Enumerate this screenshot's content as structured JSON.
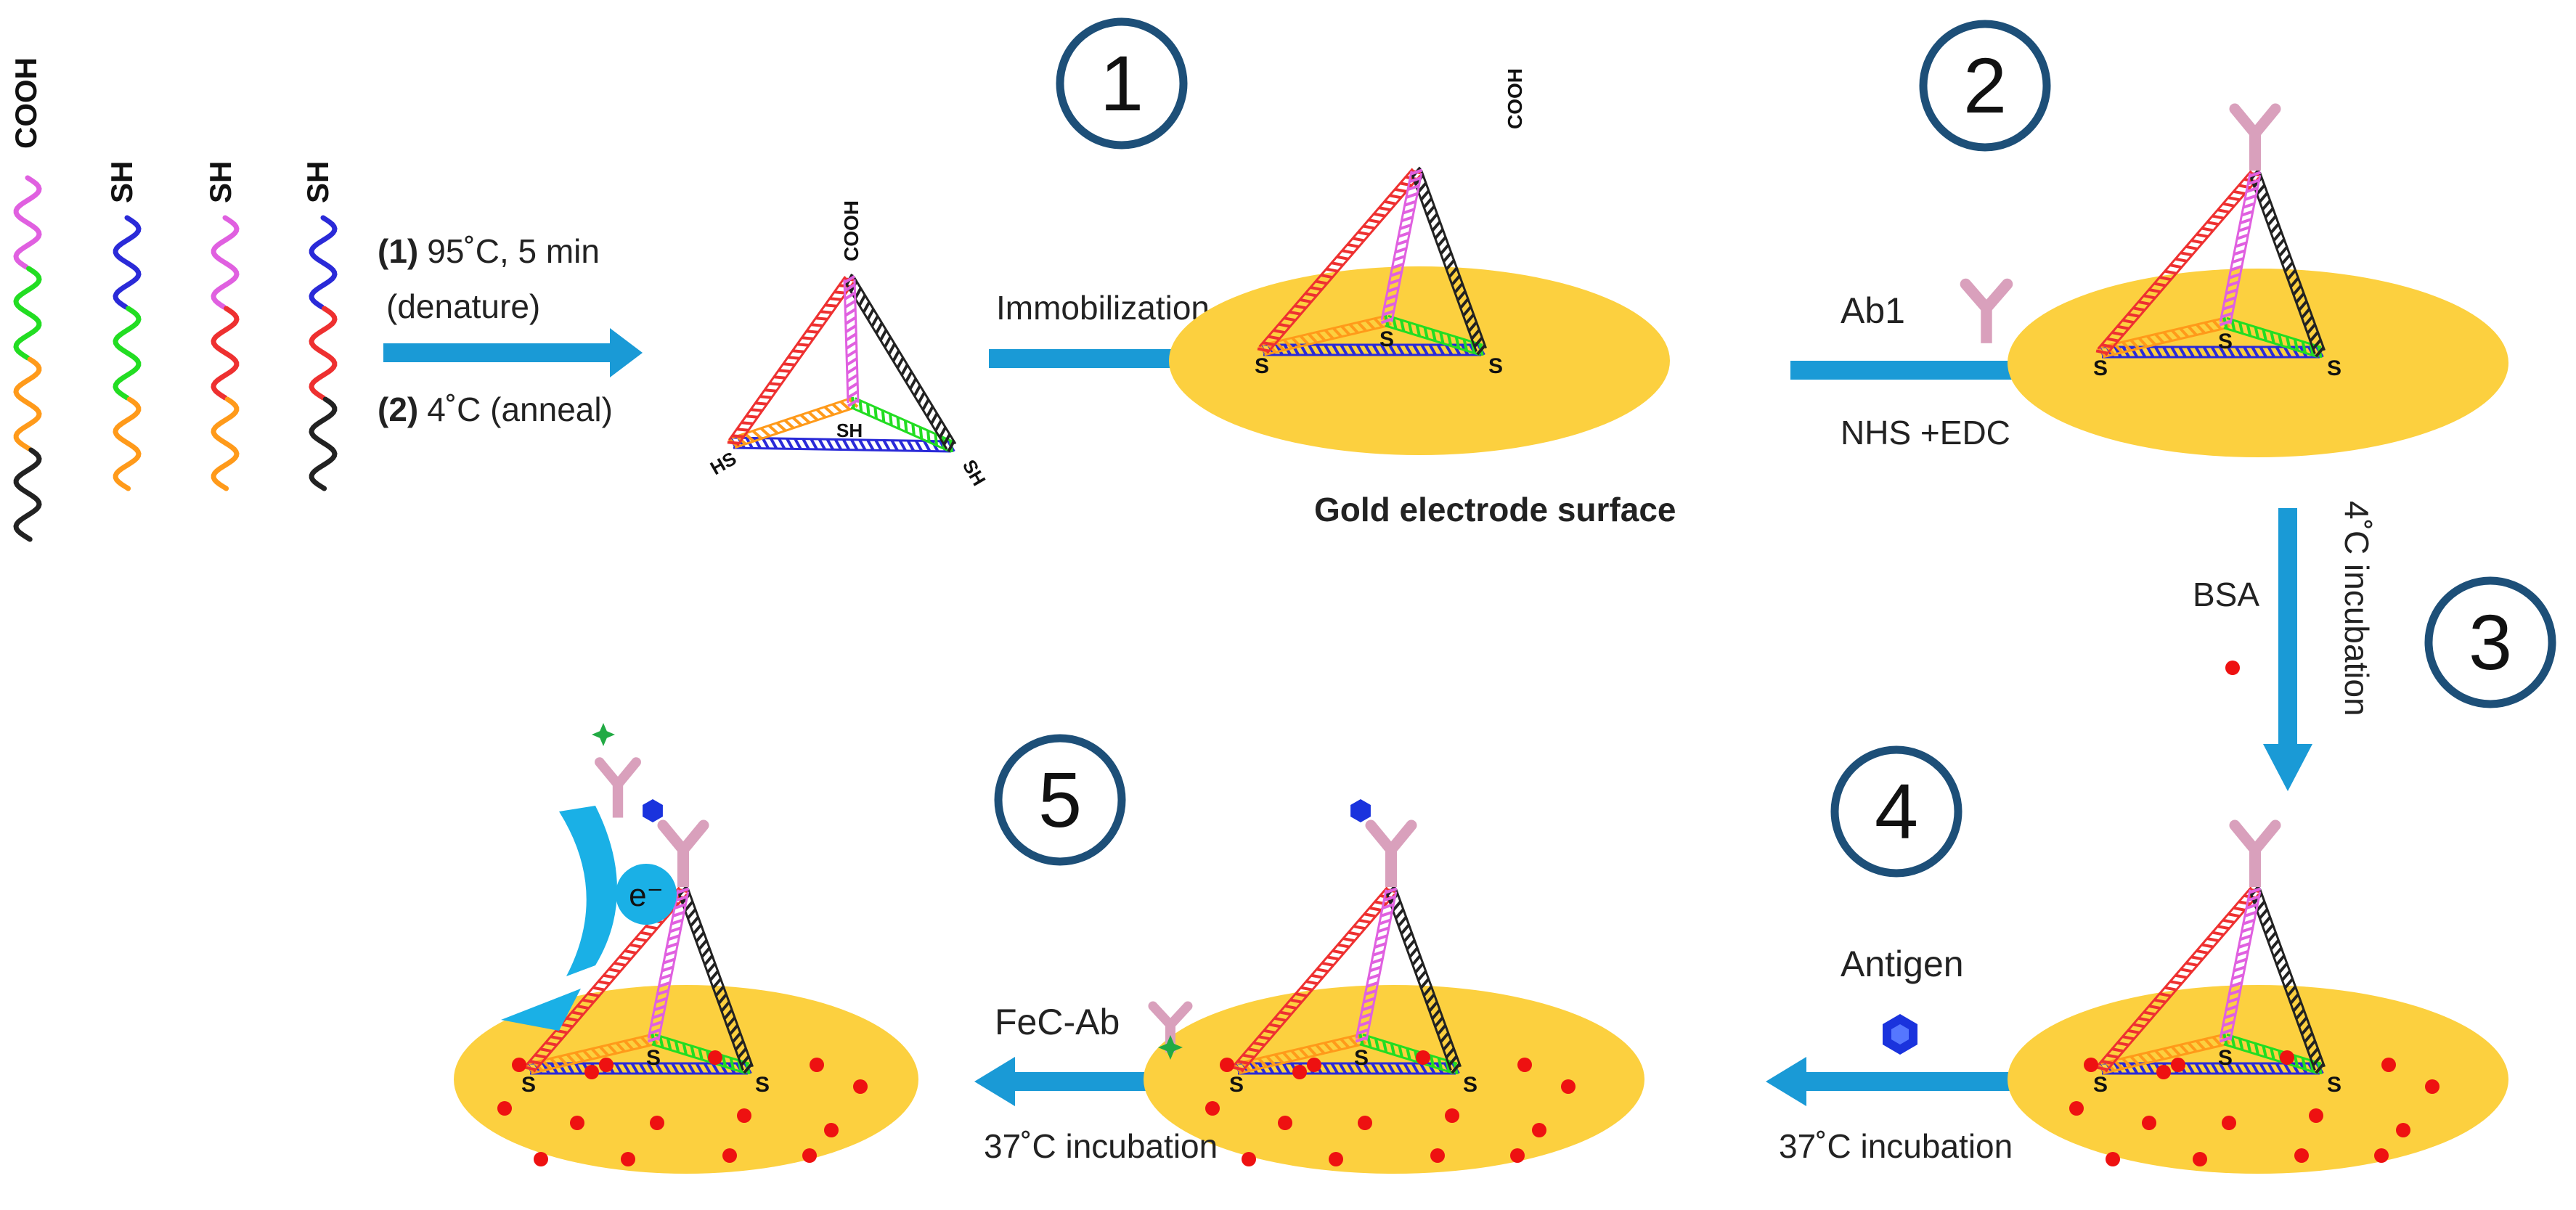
{
  "colors": {
    "arrow": "#1a9ad6",
    "gold": "#fcd03f",
    "circle_border": "#1d4f78",
    "magenta": "#e060e0",
    "blue": "#2a2ad8",
    "green": "#22dd22",
    "orange": "#ff9a1a",
    "red": "#ee3030",
    "black": "#222222",
    "antibody": "#d9a0bc",
    "bsa": "#ee1111",
    "antigen": "#1a33dd",
    "electron": "#1ab0e6"
  },
  "steps": {
    "s1": "1",
    "s2": "2",
    "s3": "3",
    "s4": "4",
    "s5": "5"
  },
  "strands": {
    "cooh": "COOH",
    "sh1": "SH",
    "sh2": "SH",
    "sh3": "SH"
  },
  "anneal": {
    "step1_num": "(1)",
    "step1_text": "95˚C, 5 min",
    "step1_sub": "(denature)",
    "step2_num": "(2)",
    "step2_text": "4˚C  (anneal)"
  },
  "tetrahedron": {
    "top": "COOH",
    "left": "HS",
    "middle": "SH",
    "right": "SH"
  },
  "immobilization": "Immobilization",
  "electrode": {
    "label": "Gold electrode surface",
    "cooh": "COOH",
    "s": "S"
  },
  "ab1": {
    "label": "Ab1",
    "reagent": "NHS +EDC"
  },
  "bsa": {
    "label": "BSA",
    "condition": "4˚C  incubation"
  },
  "antigen": {
    "label": "Antigen",
    "condition": "37˚C  incubation"
  },
  "fec": {
    "label": "FeC-Ab",
    "condition": "37˚C  incubation"
  },
  "electron": "e⁻"
}
